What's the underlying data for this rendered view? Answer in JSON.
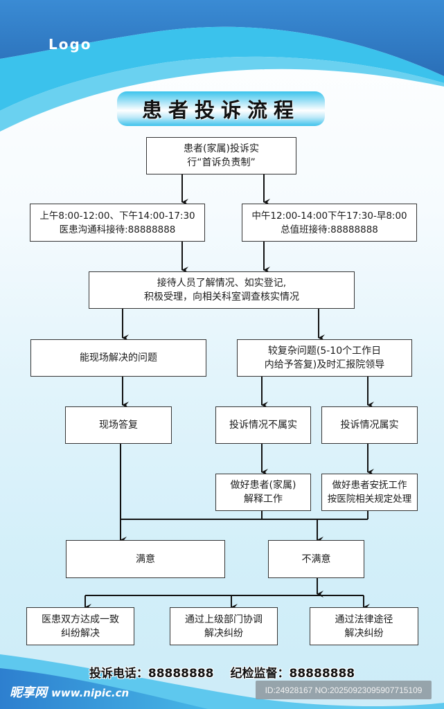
{
  "header": {
    "logo_text": "Logo",
    "title": "患者投诉流程",
    "colors": {
      "dark_blue": "#2f7fc8",
      "mid_blue": "#3cc3ec",
      "light_blue": "#6ad1f0"
    }
  },
  "flowchart": {
    "nodes": {
      "start": [
        "患者(家属)投诉实",
        "行“首诉负责制”"
      ],
      "daytime": [
        "上午8:00-12:00、下午14:00-17:30",
        "医患沟通科接待:88888888"
      ],
      "offhours": [
        "中午12:00-14:00下午17:30-早8:00",
        "总值班接待:88888888"
      ],
      "reception": [
        "接待人员了解情况、如实登记,",
        "积极受理，向相关科室调查核实情况"
      ],
      "onsite_issue": [
        "能现场解决的问题"
      ],
      "complex_issue": [
        "较复杂问题(5-10个工作日",
        "内给予答复)及时汇报院领导"
      ],
      "onsite_reply": [
        "现场答复"
      ],
      "not_true": [
        "投诉情况不属实"
      ],
      "is_true": [
        "投诉情况属实"
      ],
      "explain": [
        "做好患者(家属)",
        "解释工作"
      ],
      "comfort": [
        "做好患者安抚工作",
        "按医院相关规定处理"
      ],
      "satisfied": [
        "满意"
      ],
      "unsatisfied": [
        "不满意"
      ],
      "agreement": [
        "医患双方达成一致",
        "纠纷解决"
      ],
      "superior": [
        "通过上级部门协调",
        "解决纠纷"
      ],
      "legal": [
        "通过法律途径",
        "解决纠纷"
      ]
    }
  },
  "footer": {
    "complaint_label": "投诉电话：",
    "complaint_phone": "88888888",
    "supervision_label": "纪检监督：",
    "supervision_phone": "88888888"
  },
  "watermark": {
    "brand": "昵享网",
    "site": "www.nipic.cn",
    "id_text": "ID:24928167 NO:20250923095907715109"
  }
}
